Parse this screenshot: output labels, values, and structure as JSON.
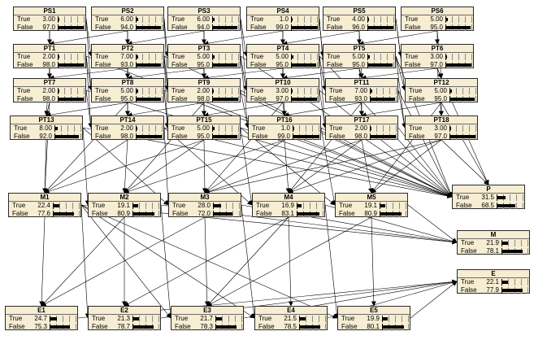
{
  "nodes": [
    {
      "id": "PS1",
      "true": "3.00",
      "false": "97.0",
      "pt": 3.0,
      "pf": 97.0
    },
    {
      "id": "PS2",
      "true": "6.00",
      "false": "94.0",
      "pt": 6.0,
      "pf": 94.0
    },
    {
      "id": "PS3",
      "true": "6.00",
      "false": "94.0",
      "pt": 6.0,
      "pf": 94.0
    },
    {
      "id": "PS4",
      "true": "1.0",
      "false": "99.0",
      "pt": 1.0,
      "pf": 99.0
    },
    {
      "id": "PS5",
      "true": "4.00",
      "false": "96.0",
      "pt": 4.0,
      "pf": 96.0
    },
    {
      "id": "PS6",
      "true": "5.00",
      "false": "95.0",
      "pt": 5.0,
      "pf": 95.0
    },
    {
      "id": "PT1",
      "true": "2.00",
      "false": "98.0",
      "pt": 2.0,
      "pf": 98.0
    },
    {
      "id": "PT2",
      "true": "7.00",
      "false": "93.0",
      "pt": 7.0,
      "pf": 93.0
    },
    {
      "id": "PT3",
      "true": "5.00",
      "false": "95.0",
      "pt": 5.0,
      "pf": 95.0
    },
    {
      "id": "PT4",
      "true": "5.00",
      "false": "95.0",
      "pt": 5.0,
      "pf": 95.0
    },
    {
      "id": "PT5",
      "true": "5.00",
      "false": "95.0",
      "pt": 5.0,
      "pf": 95.0
    },
    {
      "id": "PT6",
      "true": "3.00",
      "false": "97.0",
      "pt": 3.0,
      "pf": 97.0
    },
    {
      "id": "PT7",
      "true": "2.00",
      "false": "98.0",
      "pt": 2.0,
      "pf": 98.0
    },
    {
      "id": "PT8",
      "true": "5.00",
      "false": "95.0",
      "pt": 5.0,
      "pf": 95.0
    },
    {
      "id": "PT9",
      "true": "2.00",
      "false": "98.0",
      "pt": 2.0,
      "pf": 98.0
    },
    {
      "id": "PT10",
      "true": "3.00",
      "false": "97.0",
      "pt": 3.0,
      "pf": 97.0
    },
    {
      "id": "PT11",
      "true": "7.00",
      "false": "93.0",
      "pt": 7.0,
      "pf": 93.0
    },
    {
      "id": "PT12",
      "true": "5.00",
      "false": "95.0",
      "pt": 5.0,
      "pf": 95.0
    },
    {
      "id": "PT13",
      "true": "8.00",
      "false": "92.0",
      "pt": 8.0,
      "pf": 92.0
    },
    {
      "id": "PT14",
      "true": "2.00",
      "false": "98.0",
      "pt": 2.0,
      "pf": 98.0
    },
    {
      "id": "PT15",
      "true": "5.00",
      "false": "95.0",
      "pt": 5.0,
      "pf": 95.0
    },
    {
      "id": "PT16",
      "true": "1.0",
      "false": "99.0",
      "pt": 1.0,
      "pf": 99.0
    },
    {
      "id": "PT17",
      "true": "2.00",
      "false": "98.0",
      "pt": 2.0,
      "pf": 98.0
    },
    {
      "id": "PT18",
      "true": "3.00",
      "false": "97.0",
      "pt": 3.0,
      "pf": 97.0
    },
    {
      "id": "M1",
      "true": "22.4",
      "false": "77.6",
      "pt": 22.4,
      "pf": 77.6
    },
    {
      "id": "M2",
      "true": "19.1",
      "false": "80.9",
      "pt": 19.1,
      "pf": 80.9
    },
    {
      "id": "M3",
      "true": "28.0",
      "false": "72.0",
      "pt": 28.0,
      "pf": 72.0
    },
    {
      "id": "M4",
      "true": "16.9",
      "false": "83.1",
      "pt": 16.9,
      "pf": 83.1
    },
    {
      "id": "M5",
      "true": "19.1",
      "false": "80.9",
      "pt": 19.1,
      "pf": 80.9
    },
    {
      "id": "P",
      "true": "31.5",
      "false": "68.5",
      "pt": 31.5,
      "pf": 68.5
    },
    {
      "id": "M",
      "true": "21.9",
      "false": "78.1",
      "pt": 21.9,
      "pf": 78.1
    },
    {
      "id": "E",
      "true": "22.1",
      "false": "77.9",
      "pt": 22.1,
      "pf": 77.9
    },
    {
      "id": "E1",
      "true": "24.7",
      "false": "75.3",
      "pt": 24.7,
      "pf": 75.3
    },
    {
      "id": "E2",
      "true": "21.3",
      "false": "78.7",
      "pt": 21.3,
      "pf": 78.7
    },
    {
      "id": "E3",
      "true": "21.7",
      "false": "78.3",
      "pt": 21.7,
      "pf": 78.3
    },
    {
      "id": "E4",
      "true": "21.5",
      "false": "78.5",
      "pt": 21.5,
      "pf": 78.5
    },
    {
      "id": "E5",
      "true": "19.9",
      "false": "80.1",
      "pt": 19.9,
      "pf": 80.1
    }
  ],
  "labels": {
    "true": "True",
    "false": "False"
  },
  "edges": [
    [
      "PS1",
      "PT1"
    ],
    [
      "PS1",
      "PT2"
    ],
    [
      "PS1",
      "PT7"
    ],
    [
      "PS1",
      "PT8"
    ],
    [
      "PS2",
      "PT1"
    ],
    [
      "PS2",
      "PT2"
    ],
    [
      "PS2",
      "PT3"
    ],
    [
      "PS2",
      "PT8"
    ],
    [
      "PS2",
      "PT9"
    ],
    [
      "PS3",
      "PT2"
    ],
    [
      "PS3",
      "PT3"
    ],
    [
      "PS3",
      "PT4"
    ],
    [
      "PS3",
      "PT9"
    ],
    [
      "PS3",
      "PT10"
    ],
    [
      "PS4",
      "PT3"
    ],
    [
      "PS4",
      "PT4"
    ],
    [
      "PS4",
      "PT5"
    ],
    [
      "PS4",
      "PT10"
    ],
    [
      "PS4",
      "PT11"
    ],
    [
      "PS5",
      "PT4"
    ],
    [
      "PS5",
      "PT5"
    ],
    [
      "PS5",
      "PT6"
    ],
    [
      "PS5",
      "PT11"
    ],
    [
      "PS5",
      "PT12"
    ],
    [
      "PS6",
      "PT5"
    ],
    [
      "PS6",
      "PT6"
    ],
    [
      "PS6",
      "PT12"
    ],
    [
      "PT1",
      "PT7"
    ],
    [
      "PT1",
      "PT8"
    ],
    [
      "PT1",
      "PT13"
    ],
    [
      "PT1",
      "PT14"
    ],
    [
      "PT2",
      "PT7"
    ],
    [
      "PT2",
      "PT8"
    ],
    [
      "PT2",
      "PT9"
    ],
    [
      "PT2",
      "PT14"
    ],
    [
      "PT2",
      "PT15"
    ],
    [
      "PT3",
      "PT8"
    ],
    [
      "PT3",
      "PT9"
    ],
    [
      "PT3",
      "PT10"
    ],
    [
      "PT3",
      "PT15"
    ],
    [
      "PT3",
      "PT16"
    ],
    [
      "PT4",
      "PT9"
    ],
    [
      "PT4",
      "PT10"
    ],
    [
      "PT4",
      "PT11"
    ],
    [
      "PT4",
      "PT16"
    ],
    [
      "PT4",
      "PT17"
    ],
    [
      "PT5",
      "PT10"
    ],
    [
      "PT5",
      "PT11"
    ],
    [
      "PT5",
      "PT12"
    ],
    [
      "PT5",
      "PT17"
    ],
    [
      "PT5",
      "PT18"
    ],
    [
      "PT6",
      "PT11"
    ],
    [
      "PT6",
      "PT12"
    ],
    [
      "PT6",
      "PT18"
    ],
    [
      "PT7",
      "PT13"
    ],
    [
      "PT7",
      "PT14"
    ],
    [
      "PT8",
      "PT13"
    ],
    [
      "PT8",
      "PT14"
    ],
    [
      "PT8",
      "PT15"
    ],
    [
      "PT9",
      "PT14"
    ],
    [
      "PT9",
      "PT15"
    ],
    [
      "PT9",
      "PT16"
    ],
    [
      "PT10",
      "PT15"
    ],
    [
      "PT10",
      "PT16"
    ],
    [
      "PT10",
      "PT17"
    ],
    [
      "PT11",
      "PT16"
    ],
    [
      "PT11",
      "PT17"
    ],
    [
      "PT11",
      "PT18"
    ],
    [
      "PT12",
      "PT17"
    ],
    [
      "PT12",
      "PT18"
    ],
    [
      "PT7",
      "M1"
    ],
    [
      "PT8",
      "M1"
    ],
    [
      "PT9",
      "M2"
    ],
    [
      "PT10",
      "M3"
    ],
    [
      "PT11",
      "M4"
    ],
    [
      "PT12",
      "M5"
    ],
    [
      "PT13",
      "M1"
    ],
    [
      "PT13",
      "M2"
    ],
    [
      "PT13",
      "M3"
    ],
    [
      "PT14",
      "M1"
    ],
    [
      "PT14",
      "M2"
    ],
    [
      "PT14",
      "M3"
    ],
    [
      "PT14",
      "M4"
    ],
    [
      "PT15",
      "M1"
    ],
    [
      "PT15",
      "M2"
    ],
    [
      "PT15",
      "M3"
    ],
    [
      "PT15",
      "M4"
    ],
    [
      "PT15",
      "M5"
    ],
    [
      "PT16",
      "M2"
    ],
    [
      "PT16",
      "M3"
    ],
    [
      "PT16",
      "M4"
    ],
    [
      "PT16",
      "M5"
    ],
    [
      "PT17",
      "M3"
    ],
    [
      "PT17",
      "M4"
    ],
    [
      "PT17",
      "M5"
    ],
    [
      "PT18",
      "M3"
    ],
    [
      "PT18",
      "M4"
    ],
    [
      "PT18",
      "M5"
    ],
    [
      "PT1",
      "P"
    ],
    [
      "PT2",
      "P"
    ],
    [
      "PT3",
      "P"
    ],
    [
      "PT4",
      "P"
    ],
    [
      "PT5",
      "P"
    ],
    [
      "PT6",
      "P"
    ],
    [
      "PT7",
      "P"
    ],
    [
      "PT8",
      "P"
    ],
    [
      "PT9",
      "P"
    ],
    [
      "PT10",
      "P"
    ],
    [
      "PT11",
      "P"
    ],
    [
      "PT12",
      "P"
    ],
    [
      "PT13",
      "P"
    ],
    [
      "PT14",
      "P"
    ],
    [
      "PT15",
      "P"
    ],
    [
      "PT16",
      "P"
    ],
    [
      "PT17",
      "P"
    ],
    [
      "PT18",
      "P"
    ],
    [
      "M1",
      "M"
    ],
    [
      "M2",
      "M"
    ],
    [
      "M3",
      "M"
    ],
    [
      "M4",
      "M"
    ],
    [
      "M5",
      "M"
    ],
    [
      "M1",
      "E1"
    ],
    [
      "M1",
      "E2"
    ],
    [
      "M1",
      "E3"
    ],
    [
      "M1",
      "E4"
    ],
    [
      "M1",
      "E5"
    ],
    [
      "M2",
      "E1"
    ],
    [
      "M2",
      "E2"
    ],
    [
      "M2",
      "E3"
    ],
    [
      "M3",
      "E1"
    ],
    [
      "M3",
      "E3"
    ],
    [
      "M3",
      "E4"
    ],
    [
      "M4",
      "E2"
    ],
    [
      "M4",
      "E3"
    ],
    [
      "M4",
      "E4"
    ],
    [
      "M4",
      "E5"
    ],
    [
      "M5",
      "E3"
    ],
    [
      "M5",
      "E5"
    ],
    [
      "E1",
      "E"
    ],
    [
      "E2",
      "E"
    ],
    [
      "E3",
      "E"
    ],
    [
      "E4",
      "E"
    ],
    [
      "E5",
      "E"
    ]
  ]
}
